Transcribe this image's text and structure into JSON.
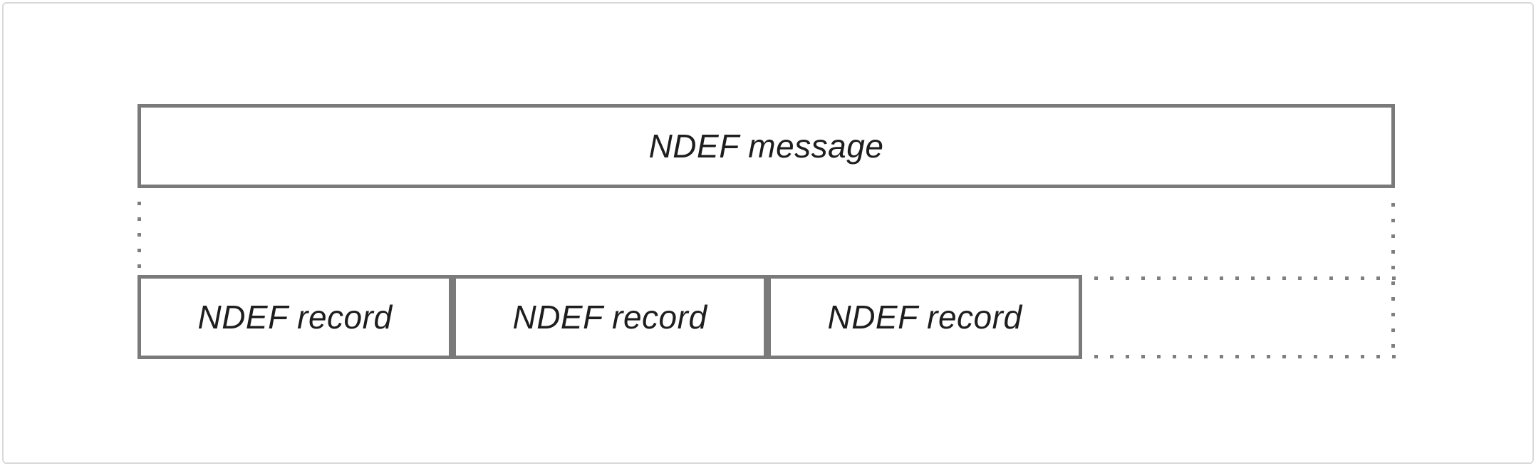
{
  "diagram": {
    "message": {
      "label": "NDEF message"
    },
    "records": [
      {
        "label": "NDEF record"
      },
      {
        "label": "NDEF record"
      },
      {
        "label": "NDEF record"
      }
    ]
  },
  "colors": {
    "box_border": "#7a7a7a",
    "dot": "#7f7f7f",
    "text": "#1e1e1e",
    "outer_border": "#d9d9d9",
    "background": "#ffffff"
  }
}
